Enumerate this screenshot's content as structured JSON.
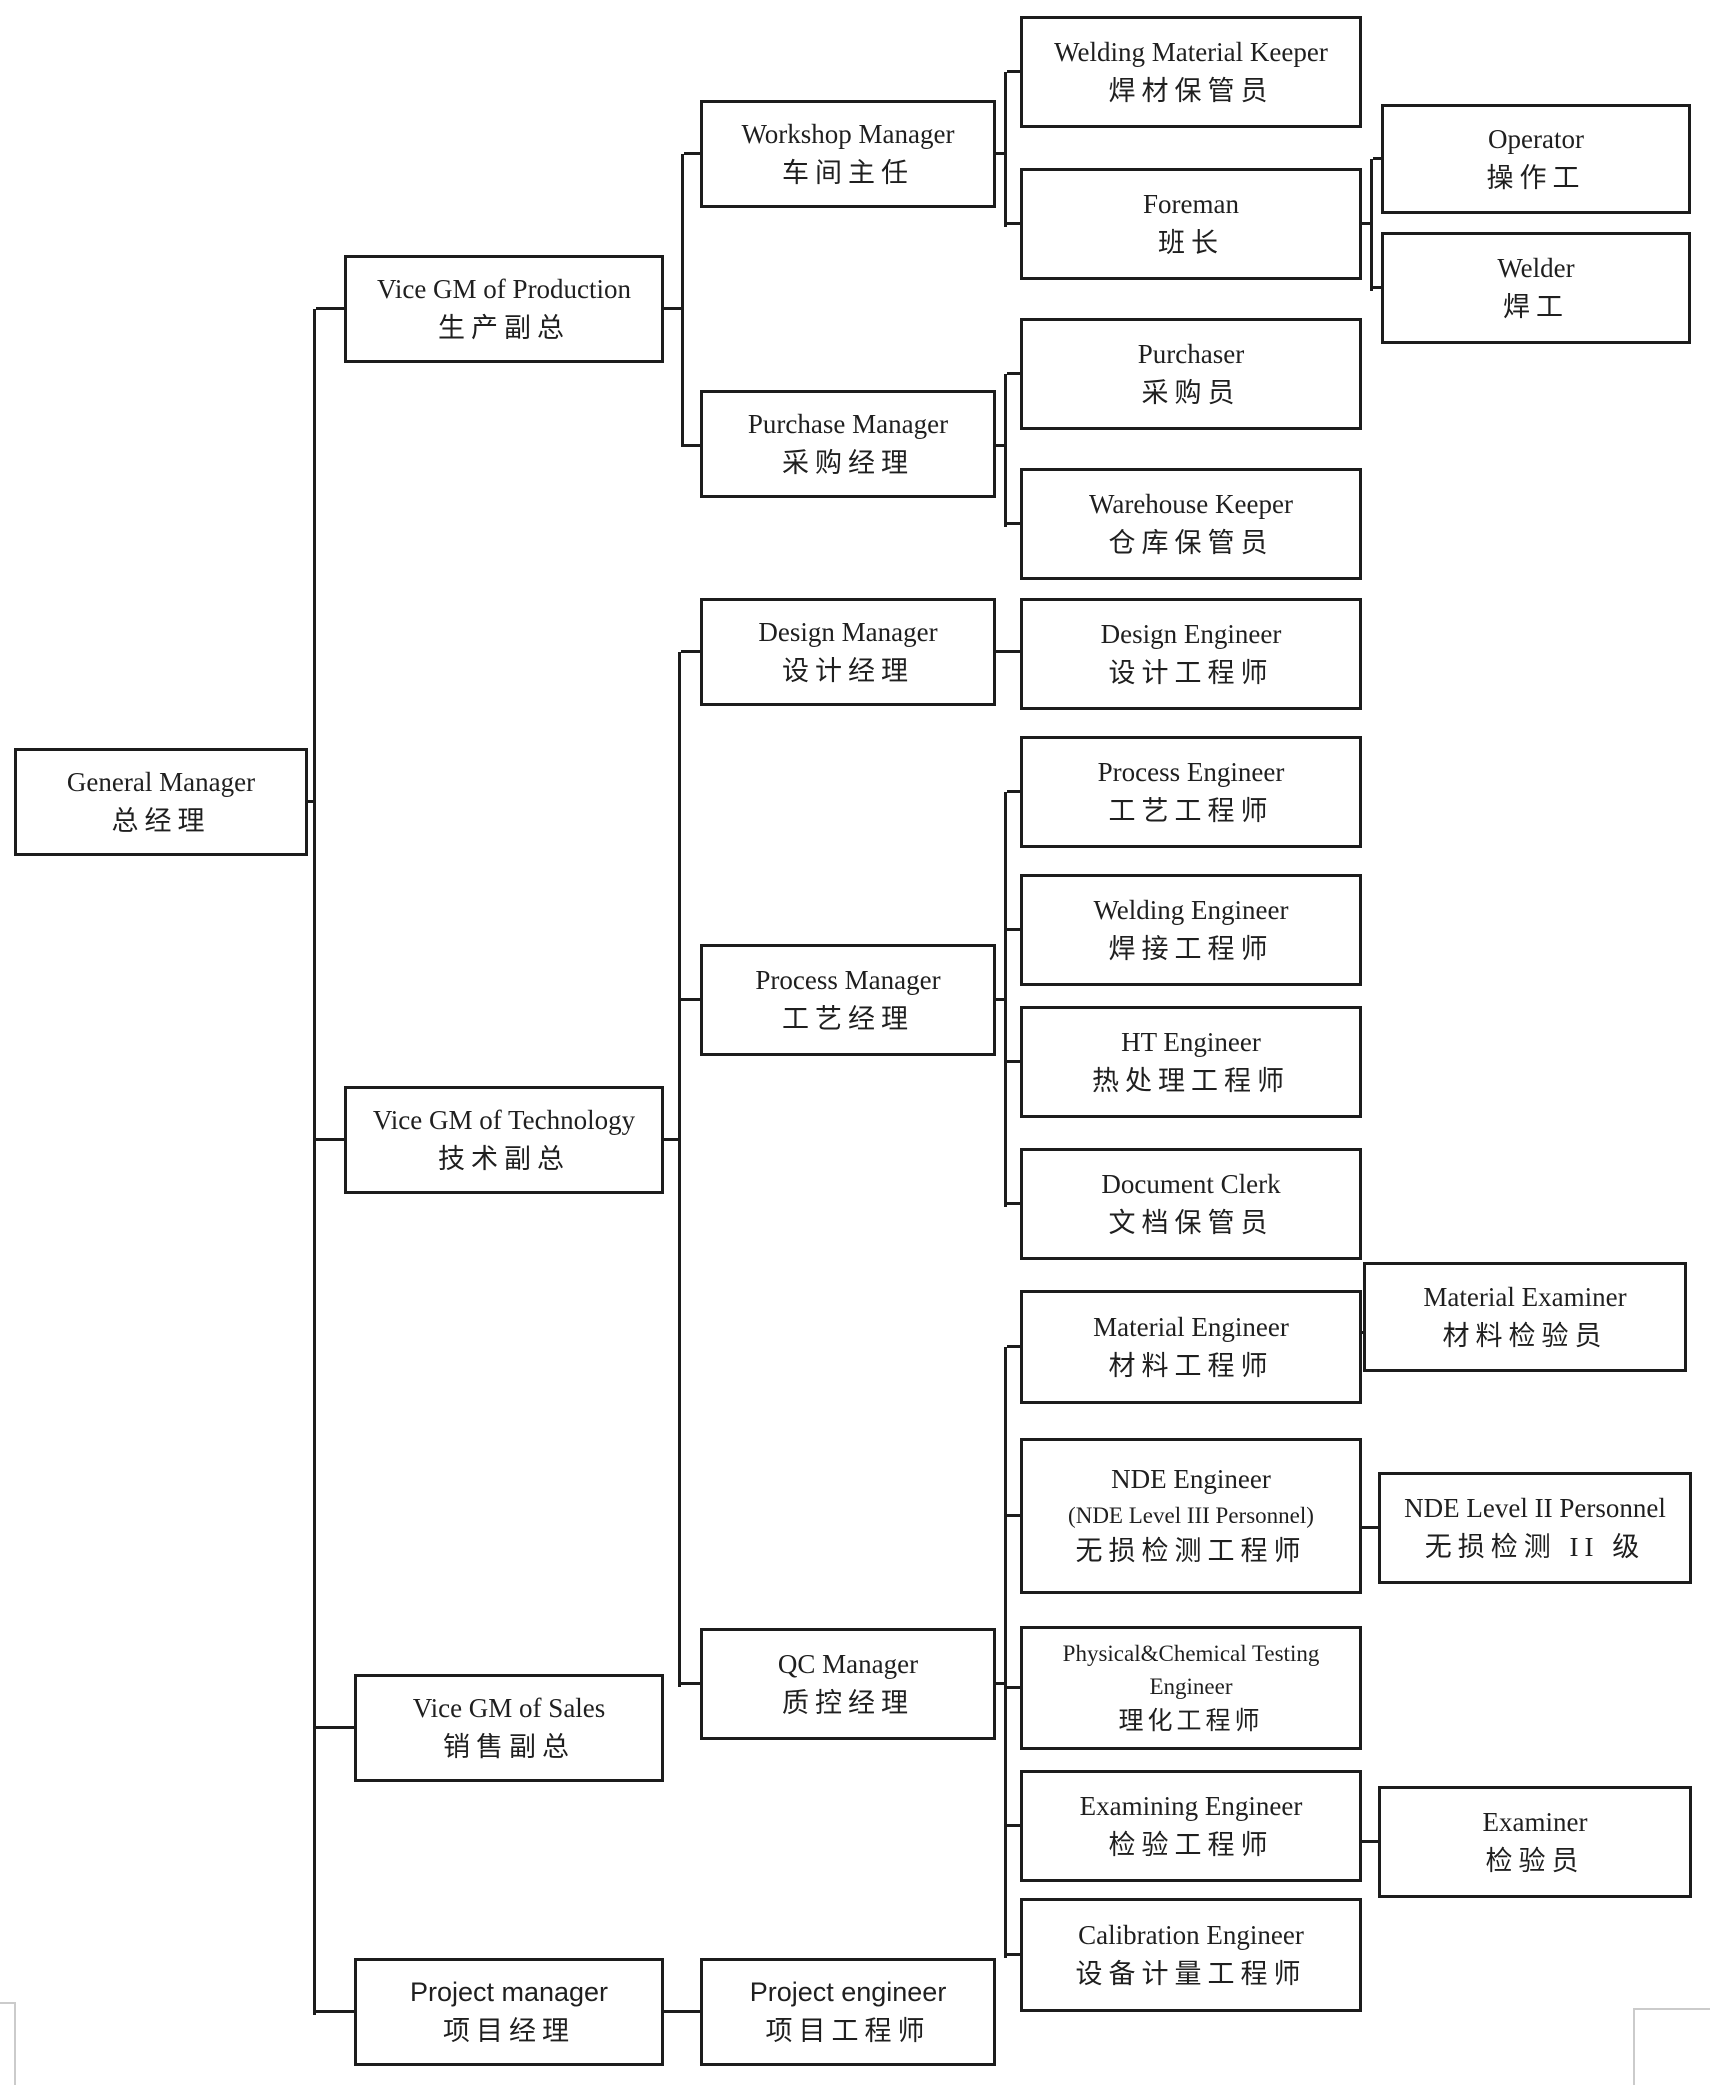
{
  "diagram": {
    "kind": "organization-chart",
    "languages": [
      "en",
      "zh"
    ]
  },
  "colors": {
    "background": "#ffffff",
    "box_border": "#1c1c1c",
    "connector_line": "#1c1c1c",
    "text": "#1f1f1f",
    "corner_mark": "#cbcbcb"
  },
  "nodes": [
    {
      "id": "general-manager",
      "en": "General Manager",
      "zh": "总经理",
      "reports_to": null
    },
    {
      "id": "vgm-production",
      "en": "Vice GM of Production",
      "zh": "生产副总",
      "reports_to": "general-manager"
    },
    {
      "id": "vgm-technology",
      "en": "Vice GM of Technology",
      "zh": "技术副总",
      "reports_to": "general-manager"
    },
    {
      "id": "vgm-sales",
      "en": "Vice GM of Sales",
      "zh": "销售副总",
      "reports_to": "general-manager"
    },
    {
      "id": "project-manager",
      "en": "Project manager",
      "zh": "项目经理",
      "reports_to": "general-manager"
    },
    {
      "id": "workshop-manager",
      "en": "Workshop Manager",
      "zh": "车间主任",
      "reports_to": "vgm-production"
    },
    {
      "id": "purchase-manager",
      "en": "Purchase Manager",
      "zh": "采购经理",
      "reports_to": "vgm-production"
    },
    {
      "id": "design-manager",
      "en": "Design Manager",
      "zh": "设计经理",
      "reports_to": "vgm-technology"
    },
    {
      "id": "process-manager",
      "en": "Process Manager",
      "zh": "工艺经理",
      "reports_to": "vgm-technology"
    },
    {
      "id": "qc-manager",
      "en": "QC Manager",
      "zh": "质控经理",
      "reports_to": "vgm-technology"
    },
    {
      "id": "project-engineer",
      "en": "Project engineer",
      "zh": "项目工程师",
      "reports_to": "project-manager"
    },
    {
      "id": "welding-material-keeper",
      "en": "Welding Material Keeper",
      "zh": "焊材保管员",
      "reports_to": "workshop-manager"
    },
    {
      "id": "foreman",
      "en": "Foreman",
      "zh": "班长",
      "reports_to": "workshop-manager"
    },
    {
      "id": "purchaser",
      "en": "Purchaser",
      "zh": "采购员",
      "reports_to": "purchase-manager"
    },
    {
      "id": "warehouse-keeper",
      "en": "Warehouse Keeper",
      "zh": "仓库保管员",
      "reports_to": "purchase-manager"
    },
    {
      "id": "design-engineer",
      "en": "Design Engineer",
      "zh": "设计工程师",
      "reports_to": "design-manager"
    },
    {
      "id": "process-engineer",
      "en": "Process Engineer",
      "zh": "工艺工程师",
      "reports_to": "process-manager"
    },
    {
      "id": "welding-engineer",
      "en": "Welding Engineer",
      "zh": "焊接工程师",
      "reports_to": "process-manager"
    },
    {
      "id": "ht-engineer",
      "en": "HT Engineer",
      "zh": "热处理工程师",
      "reports_to": "process-manager"
    },
    {
      "id": "document-clerk",
      "en": "Document Clerk",
      "zh": "文档保管员",
      "reports_to": "process-manager"
    },
    {
      "id": "material-engineer",
      "en": "Material Engineer",
      "zh": "材料工程师",
      "reports_to": "qc-manager"
    },
    {
      "id": "nde-engineer",
      "en": "NDE Engineer",
      "mid": "(NDE Level III Personnel)",
      "zh": "无损检测工程师",
      "reports_to": "qc-manager"
    },
    {
      "id": "pc-testing-engineer",
      "en": "Physical&Chemical Testing",
      "mid": "Engineer",
      "zh": "理化工程师",
      "reports_to": "qc-manager"
    },
    {
      "id": "examining-engineer",
      "en": "Examining Engineer",
      "zh": "检验工程师",
      "reports_to": "qc-manager"
    },
    {
      "id": "calibration-engineer",
      "en": "Calibration Engineer",
      "zh": "设备计量工程师",
      "reports_to": "qc-manager"
    },
    {
      "id": "operator",
      "en": "Operator",
      "zh": "操作工",
      "reports_to": "foreman"
    },
    {
      "id": "welder",
      "en": "Welder",
      "zh": "焊工",
      "reports_to": "foreman"
    },
    {
      "id": "material-examiner",
      "en": "Material Examiner",
      "zh": "材料检验员",
      "reports_to": "material-engineer"
    },
    {
      "id": "nde-level2",
      "en": "NDE Level II Personnel",
      "zh": "无损检测 II 级",
      "reports_to": "nde-engineer"
    },
    {
      "id": "examiner",
      "en": "Examiner",
      "zh": "检验员",
      "reports_to": "examining-engineer"
    }
  ]
}
